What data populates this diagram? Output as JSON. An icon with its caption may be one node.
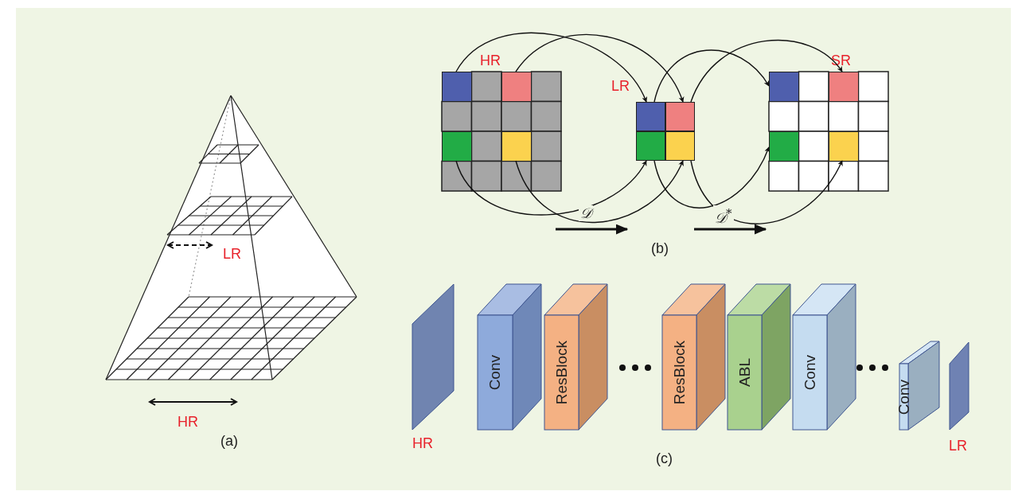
{
  "diagram": {
    "nodes": [
      {
        "text": [
          "HR"
        ]
      },
      {
        "text": [],
        "shape": "box",
        "in": 0
      },
      {
        "text": [],
        "shape": "box",
        "in": 0
      },
      {
        "text": [],
        "shape": "box",
        "in": 0
      },
      {
        "text": [],
        "shape": "box",
        "in": 0
      },
      {
        "text": [
          "LR"
        ]
      },
      {
        "text": [],
        "shape": "box",
        "in": 5
      },
      {
        "text": [],
        "shape": "box",
        "in": 5
      },
      {
        "text": [],
        "shape": "box",
        "in": 5
      },
      {
        "text": [],
        "shape": "box",
        "in": 5
      },
      {
        "text": [
          "SR"
        ]
      },
      {
        "text": [],
        "shape": "box",
        "in": 10
      },
      {
        "text": [],
        "shape": "box",
        "in": 10
      },
      {
        "text": [],
        "shape": "box",
        "in": 10
      },
      {
        "text": [],
        "shape": "box",
        "in": 10
      },
      {
        "text": [
          "HR"
        ]
      },
      {
        "text": [
          "Conv"
        ]
      },
      {
        "text": [
          "ResBlock"
        ]
      },
      {
        "text": [
          "ResBlock"
        ]
      },
      {
        "text": [
          "ABL"
        ]
      },
      {
        "text": [
          "Conv"
        ]
      },
      {
        "text": [
          "Conv"
        ]
      },
      {
        "text": [
          "LR"
        ]
      }
    ],
    "edges": [
      {
        "from": 1,
        "to": 6,
        "arrow": "to"
      },
      {
        "from": 2,
        "to": 7,
        "arrow": "to"
      },
      {
        "from": 3,
        "to": 8,
        "arrow": "to"
      },
      {
        "from": 4,
        "to": 9,
        "arrow": "to"
      },
      {
        "from": 6,
        "to": 11,
        "arrow": "to"
      },
      {
        "from": 7,
        "to": 12,
        "arrow": "to"
      },
      {
        "from": 8,
        "to": 13,
        "arrow": "to"
      },
      {
        "from": 9,
        "to": 14,
        "arrow": "to"
      }
    ],
    "labels": [
      "LR",
      "HR",
      "(a)",
      "𝒟",
      "𝒟$^{*}$",
      "(b)",
      "(c)"
    ]
  }
}
